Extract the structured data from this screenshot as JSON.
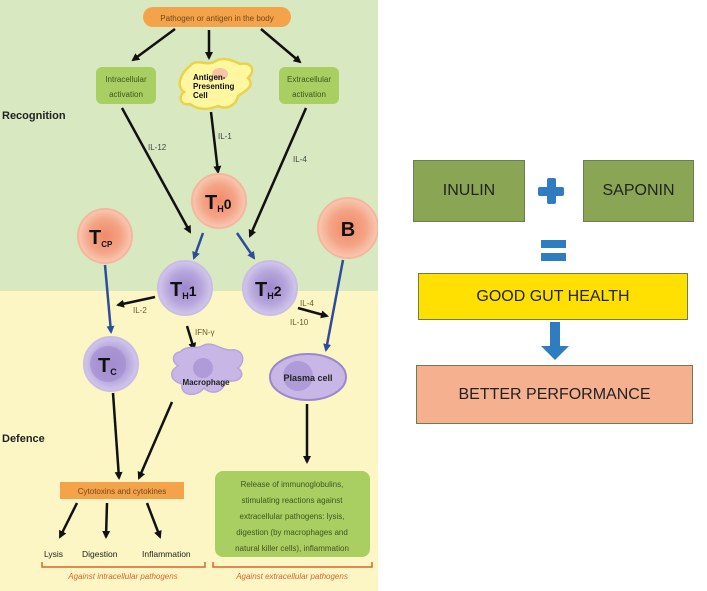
{
  "left_diagram": {
    "top_node": "Pathogen or antigen in the body",
    "intracellular_activation": [
      "Intracellular",
      "activation"
    ],
    "apc": [
      "Antigen-",
      "Presenting",
      "Cell"
    ],
    "extracellular_activation": [
      "Extracellular",
      "activation"
    ],
    "section_recognition": "Recognition",
    "section_defence": "Defence",
    "labels": {
      "il12": "IL-12",
      "il1": "IL-1",
      "il4_top": "IL-4",
      "il2": "IL-2",
      "ifn": "IFN-γ",
      "il4_bottom": "IL-4",
      "il10": "IL-10"
    },
    "cells": {
      "th0": {
        "main": "T",
        "sub": "H",
        "suffix": "0"
      },
      "tcp": {
        "main": "T",
        "sub": "CP",
        "suffix": ""
      },
      "b": {
        "main": "B",
        "sub": "",
        "suffix": ""
      },
      "th1": {
        "main": "T",
        "sub": "H",
        "suffix": "1"
      },
      "th2": {
        "main": "T",
        "sub": "H",
        "suffix": "2"
      },
      "tc": {
        "main": "T",
        "sub": "C",
        "suffix": ""
      },
      "macrophage": "Macrophage",
      "plasma": "Plasma cell"
    },
    "cytotoxins": "Cytotoxins and cytokines",
    "outcomes": [
      "Lysis",
      "Digestion",
      "Inflammation"
    ],
    "immunoglobulin_text": [
      "Release of immunoglobulins,",
      "stimulating reactions against",
      "extracellular pathogens: lysis,",
      "digestion (by macrophages and",
      "natural killer cells), inflammation"
    ],
    "against_intracellular": "Against intracellular pathogens",
    "against_extracellular": "Against extracellular pathogens",
    "colors": {
      "recognition_bg": "#d8e8c0",
      "defence_bg": "#fbf6c3",
      "orange_box": "#f5a34a",
      "green_box": "#a9cf63",
      "naive_cell": "#f3a58a",
      "effector_cell": "#b8a6db",
      "black_arrow": "#111111",
      "blue_arrow": "#2f4c9a",
      "bracket": "#d9652b"
    }
  },
  "right_diagram": {
    "inulin": "INULIN",
    "plus": "+",
    "saponin": "SAPONIN",
    "equals": "=",
    "gut_health": "GOOD GUT HEALTH",
    "performance": "BETTER PERFORMANCE",
    "colors": {
      "ingredient_box": "#8aa654",
      "gut_box": "#ffe000",
      "performance_box": "#f4b08f",
      "symbol_blue": "#2f7cc0"
    }
  }
}
